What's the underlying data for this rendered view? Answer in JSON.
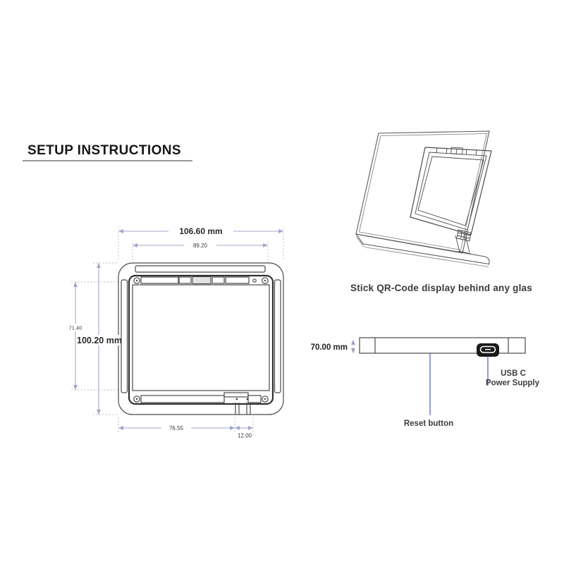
{
  "header": {
    "title": "SETUP INSTRUCTIONS"
  },
  "front_view": {
    "description": "front technical drawing of QR-code display with dimensions",
    "dimensions": {
      "overall_width": "106.60 mm",
      "inner_width": "89.20",
      "inner_height": "71.40",
      "overall_height": "100.20 mm",
      "bottom_width": "76.55",
      "connector_offset": "12.00"
    }
  },
  "perspective_view": {
    "description": "device mounted behind glass stand",
    "caption": "Stick QR-Code display behind any glas"
  },
  "side_view": {
    "description": "side profile of device",
    "thickness": "70.00 mm",
    "labels": {
      "reset": "Reset button",
      "usb_line1": "USB C",
      "usb_line2": "Power Supply"
    }
  },
  "colors": {
    "dimension_line": "#a3a7cc",
    "leader_line": "#5b68bb",
    "outline": "#4a4a4a",
    "title_underline": "#9a9a9a",
    "usb_port_fill": "#1a1a1a",
    "label_text": "#3d3d3d"
  }
}
